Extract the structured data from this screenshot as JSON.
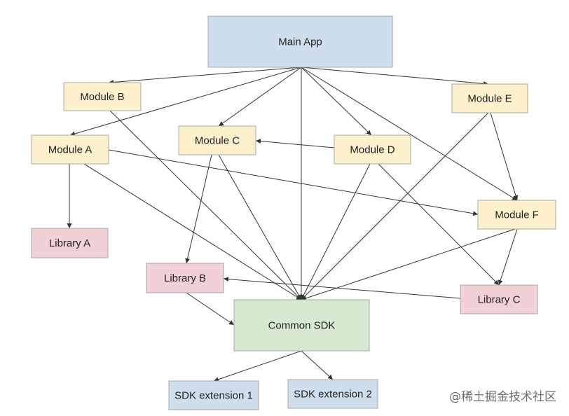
{
  "colors": {
    "app": "#cfdeed",
    "module": "#fcf0cd",
    "library": "#f1d0d6",
    "sdk": "#d8e9d2",
    "extension": "#cfdeed",
    "border": "#a8a8a8",
    "edge": "#333333"
  },
  "nodes": [
    {
      "id": "main-app",
      "label": "Main App",
      "kind": "app"
    },
    {
      "id": "module-b",
      "label": "Module B",
      "kind": "module"
    },
    {
      "id": "module-e",
      "label": "Module E",
      "kind": "module"
    },
    {
      "id": "module-a",
      "label": "Module A",
      "kind": "module"
    },
    {
      "id": "module-c",
      "label": "Module C",
      "kind": "module"
    },
    {
      "id": "module-d",
      "label": "Module D",
      "kind": "module"
    },
    {
      "id": "module-f",
      "label": "Module F",
      "kind": "module"
    },
    {
      "id": "library-a",
      "label": "Library A",
      "kind": "library"
    },
    {
      "id": "library-b",
      "label": "Library B",
      "kind": "library"
    },
    {
      "id": "library-c",
      "label": "Library C",
      "kind": "library"
    },
    {
      "id": "common-sdk",
      "label": "Common SDK",
      "kind": "sdk"
    },
    {
      "id": "sdk-extension-1",
      "label": "SDK extension 1",
      "kind": "extension"
    },
    {
      "id": "sdk-extension-2",
      "label": "SDK extension 2",
      "kind": "extension"
    }
  ],
  "edges": [
    {
      "from": "main-app",
      "to": "module-b"
    },
    {
      "from": "main-app",
      "to": "module-a"
    },
    {
      "from": "main-app",
      "to": "module-c"
    },
    {
      "from": "main-app",
      "to": "module-d"
    },
    {
      "from": "main-app",
      "to": "module-e"
    },
    {
      "from": "main-app",
      "to": "module-f"
    },
    {
      "from": "main-app",
      "to": "common-sdk"
    },
    {
      "from": "module-b",
      "to": "common-sdk"
    },
    {
      "from": "module-a",
      "to": "library-a"
    },
    {
      "from": "module-a",
      "to": "module-f"
    },
    {
      "from": "module-a",
      "to": "common-sdk"
    },
    {
      "from": "module-c",
      "to": "library-b"
    },
    {
      "from": "module-c",
      "to": "common-sdk"
    },
    {
      "from": "module-d",
      "to": "module-c"
    },
    {
      "from": "module-d",
      "to": "common-sdk"
    },
    {
      "from": "module-d",
      "to": "library-c"
    },
    {
      "from": "module-e",
      "to": "module-f"
    },
    {
      "from": "module-e",
      "to": "common-sdk"
    },
    {
      "from": "module-f",
      "to": "common-sdk"
    },
    {
      "from": "module-f",
      "to": "library-c"
    },
    {
      "from": "library-c",
      "to": "library-b"
    },
    {
      "from": "library-b",
      "to": "common-sdk"
    },
    {
      "from": "common-sdk",
      "to": "sdk-extension-1"
    },
    {
      "from": "common-sdk",
      "to": "sdk-extension-2"
    }
  ],
  "watermark": "@稀土掘金技术社区"
}
